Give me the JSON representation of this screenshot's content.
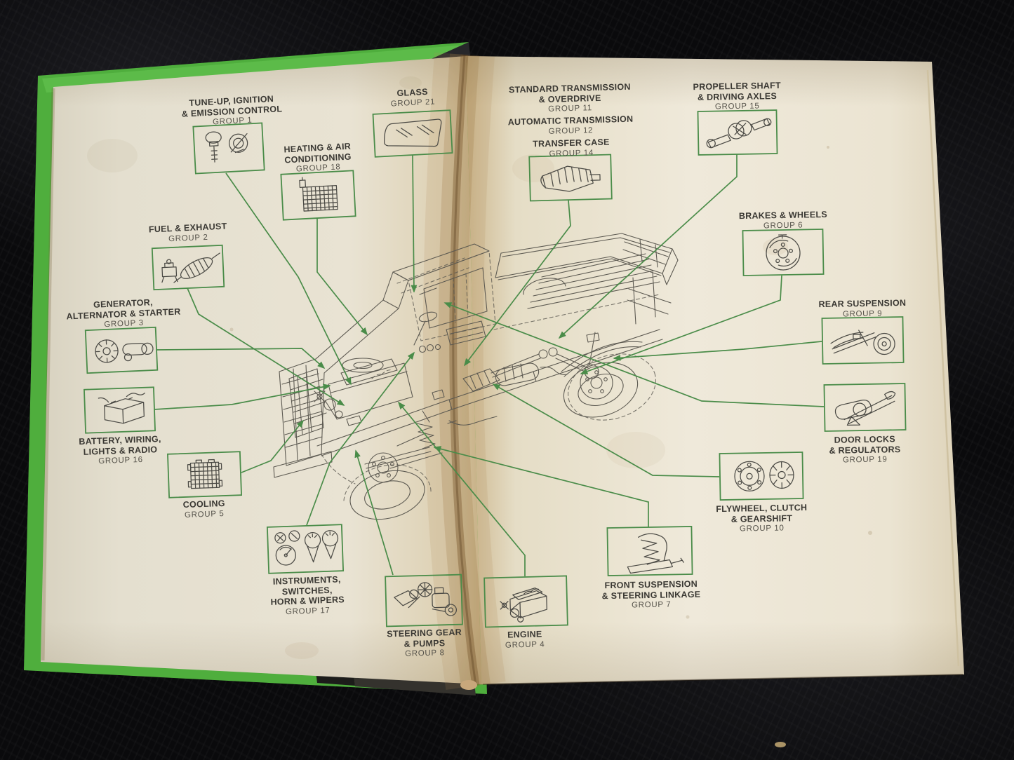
{
  "scene": {
    "description": "open vintage truck service manual on black fabric",
    "center_illustration": "pickup-truck-cutaway-line-drawing",
    "colors": {
      "accent_green": "#4a8c49",
      "cover_green": "#4fae3d",
      "paper": "#e8e2d1",
      "ink": "#3a3833",
      "background_fabric": "#0a0a0c"
    }
  },
  "callouts": [
    {
      "id": "tuneup",
      "title": "TUNE-UP, IGNITION\n& EMISSION CONTROL",
      "group": "GROUP 1",
      "icon": "distributor-and-ignition-icon",
      "page": "left"
    },
    {
      "id": "glass",
      "title": "GLASS",
      "group": "GROUP 21",
      "icon": "windshield-glass-icon",
      "page": "left"
    },
    {
      "id": "heating",
      "title": "HEATING & AIR\nCONDITIONING",
      "group": "GROUP 18",
      "icon": "heater-core-icon",
      "page": "left"
    },
    {
      "id": "fuel",
      "title": "FUEL & EXHAUST",
      "group": "GROUP 2",
      "icon": "carburetor-muffler-icon",
      "page": "left"
    },
    {
      "id": "generator",
      "title": "GENERATOR,\nALTERNATOR & STARTER",
      "group": "GROUP 3",
      "icon": "alternator-starter-icon",
      "page": "left"
    },
    {
      "id": "battery",
      "title": "BATTERY, WIRING,\nLIGHTS & RADIO",
      "group": "GROUP 16",
      "icon": "battery-icon",
      "page": "left"
    },
    {
      "id": "cooling",
      "title": "COOLING",
      "group": "GROUP 5",
      "icon": "radiator-icon",
      "page": "left"
    },
    {
      "id": "instruments",
      "title": "INSTRUMENTS, SWITCHES,\nHORN & WIPERS",
      "group": "GROUP 17",
      "icon": "gauges-and-horns-icon",
      "page": "left"
    },
    {
      "id": "steering",
      "title": "STEERING GEAR\n& PUMPS",
      "group": "GROUP 8",
      "icon": "steering-gear-pump-icon",
      "page": "left"
    },
    {
      "id": "std-trans",
      "title": "STANDARD TRANSMISSION\n& OVERDRIVE",
      "group": "GROUP 11",
      "icon": "transmission-icon",
      "page": "right"
    },
    {
      "id": "auto-trans",
      "title": "AUTOMATIC TRANSMISSION",
      "group": "GROUP 12",
      "icon": "transmission-icon",
      "page": "right"
    },
    {
      "id": "transfer",
      "title": "TRANSFER CASE",
      "group": "GROUP 14",
      "icon": "transmission-icon",
      "page": "right"
    },
    {
      "id": "propeller",
      "title": "PROPELLER SHAFT\n& DRIVING AXLES",
      "group": "GROUP 15",
      "icon": "u-joint-shaft-icon",
      "page": "right"
    },
    {
      "id": "brakes",
      "title": "BRAKES & WHEELS",
      "group": "GROUP 6",
      "icon": "brake-drum-icon",
      "page": "right"
    },
    {
      "id": "rearsusp",
      "title": "REAR SUSPENSION",
      "group": "GROUP 9",
      "icon": "rear-axle-wheel-icon",
      "page": "right"
    },
    {
      "id": "doorlocks",
      "title": "DOOR LOCKS\n& REGULATORS",
      "group": "GROUP 19",
      "icon": "door-lock-mechanism-icon",
      "page": "right"
    },
    {
      "id": "flywheel",
      "title": "FLYWHEEL, CLUTCH\n& GEARSHIFT",
      "group": "GROUP 10",
      "icon": "flywheel-clutch-icon",
      "page": "right"
    },
    {
      "id": "frontsusp",
      "title": "FRONT SUSPENSION\n& STEERING LINKAGE",
      "group": "GROUP 7",
      "icon": "coil-spring-knuckle-icon",
      "page": "right"
    },
    {
      "id": "engine",
      "title": "ENGINE",
      "group": "GROUP 4",
      "icon": "engine-block-icon",
      "page": "right"
    }
  ]
}
